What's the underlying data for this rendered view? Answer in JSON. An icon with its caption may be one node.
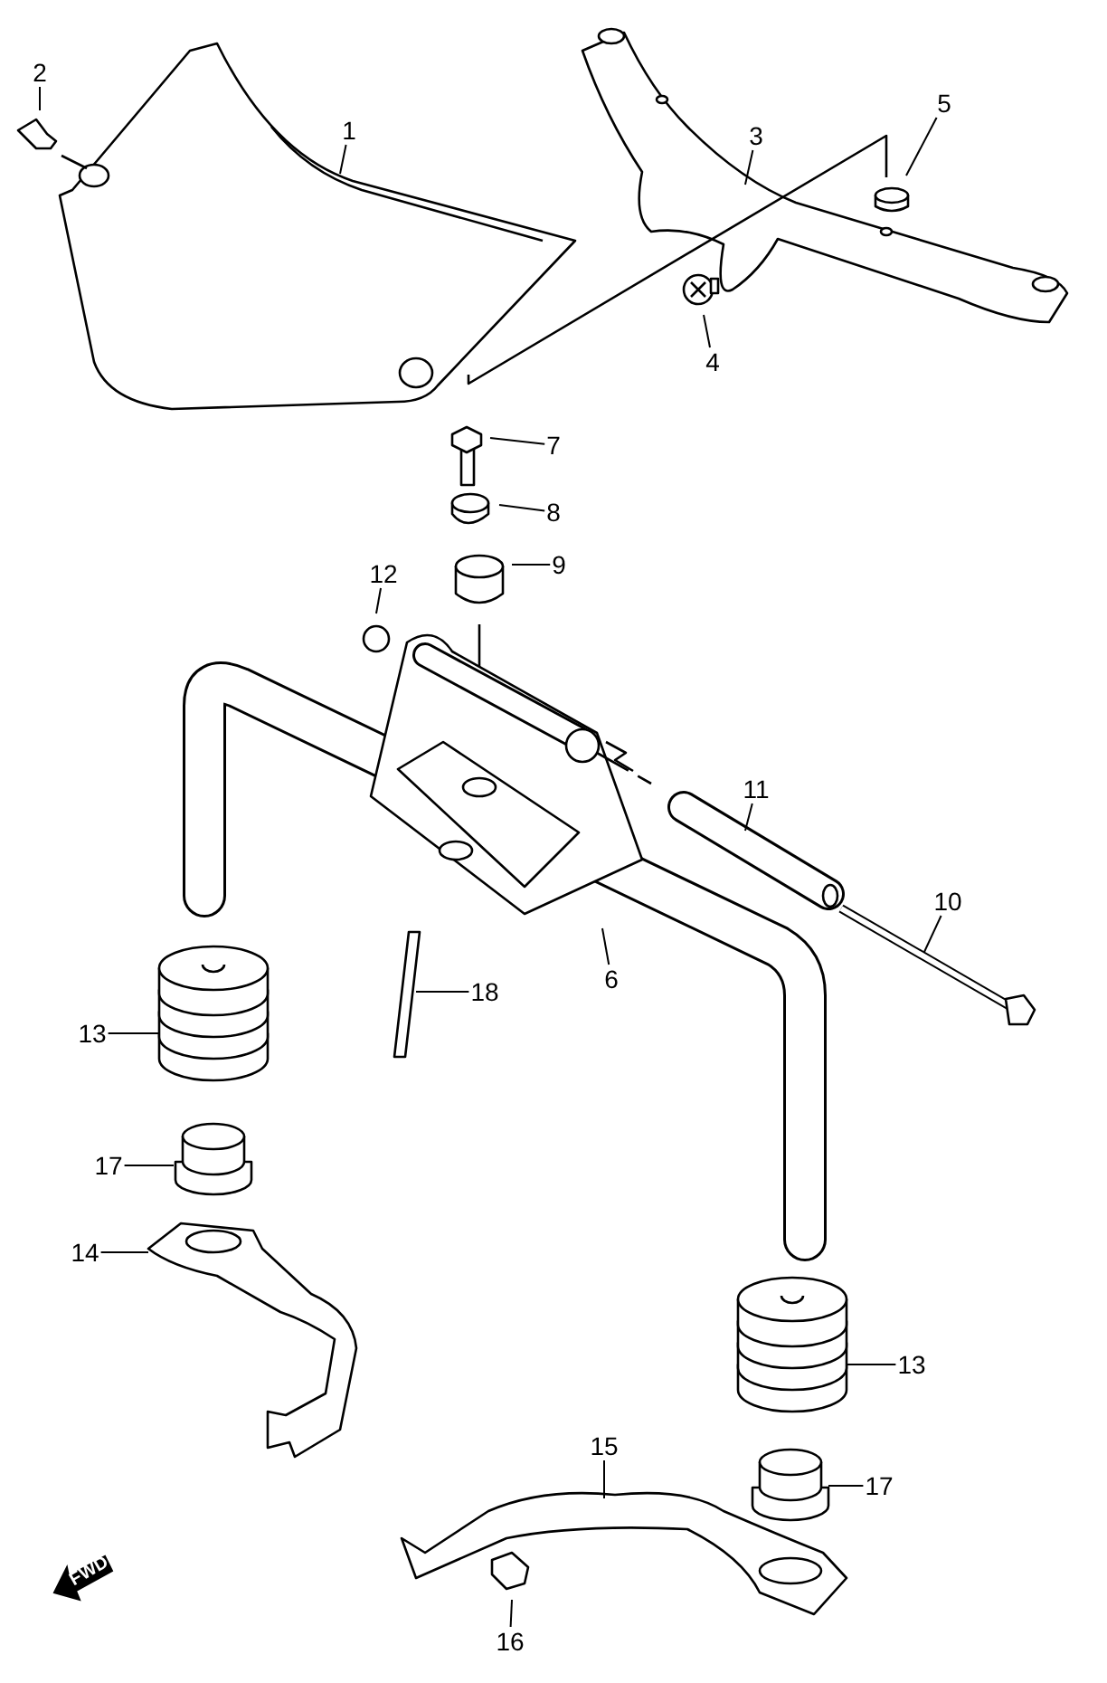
{
  "diagram": {
    "nodes": [
      {
        "text": [
          "2"
        ]
      },
      {
        "text": [
          "1"
        ]
      },
      {
        "text": [
          "3"
        ]
      },
      {
        "text": [
          "5"
        ]
      },
      {
        "text": [
          "4"
        ]
      },
      {
        "text": [
          "7"
        ]
      },
      {
        "text": [
          "8"
        ]
      },
      {
        "text": [
          "12"
        ]
      },
      {
        "text": [
          "9"
        ]
      },
      {
        "text": [
          "11"
        ]
      },
      {
        "text": [
          "10"
        ]
      },
      {
        "text": [
          "6"
        ]
      },
      {
        "text": [
          "13"
        ]
      },
      {
        "text": [
          "18"
        ]
      },
      {
        "text": [
          "17"
        ]
      },
      {
        "text": [
          "14"
        ]
      },
      {
        "text": [
          "13"
        ]
      },
      {
        "text": [
          "15"
        ]
      },
      {
        "text": [
          "17"
        ]
      },
      {
        "text": [
          "16"
        ]
      }
    ],
    "edges": [
      {
        "from": 0,
        "to": null,
        "arrow": "none"
      },
      {
        "from": 1,
        "to": null,
        "arrow": "none"
      },
      {
        "from": 2,
        "to": null,
        "arrow": "none"
      },
      {
        "from": 3,
        "to": null,
        "arrow": "none"
      },
      {
        "from": 4,
        "to": null,
        "arrow": "none"
      },
      {
        "from": 5,
        "to": null,
        "arrow": "none"
      },
      {
        "from": 6,
        "to": null,
        "arrow": "none"
      },
      {
        "from": 7,
        "to": null,
        "arrow": "none"
      },
      {
        "from": 8,
        "to": null,
        "arrow": "none"
      },
      {
        "from": 9,
        "to": null,
        "arrow": "none"
      },
      {
        "from": 10,
        "to": null,
        "arrow": "none"
      },
      {
        "from": 11,
        "to": null,
        "arrow": "none"
      },
      {
        "from": 12,
        "to": null,
        "arrow": "none"
      },
      {
        "from": 13,
        "to": null,
        "arrow": "none"
      },
      {
        "from": 14,
        "to": null,
        "arrow": "none"
      },
      {
        "from": 15,
        "to": null,
        "arrow": "none"
      },
      {
        "from": 16,
        "to": null,
        "arrow": "none"
      },
      {
        "from": 17,
        "to": null,
        "arrow": "none"
      },
      {
        "from": 18,
        "to": null,
        "arrow": "none"
      },
      {
        "from": 19,
        "to": null,
        "arrow": "none"
      }
    ],
    "labels": [
      "FWD"
    ]
  }
}
